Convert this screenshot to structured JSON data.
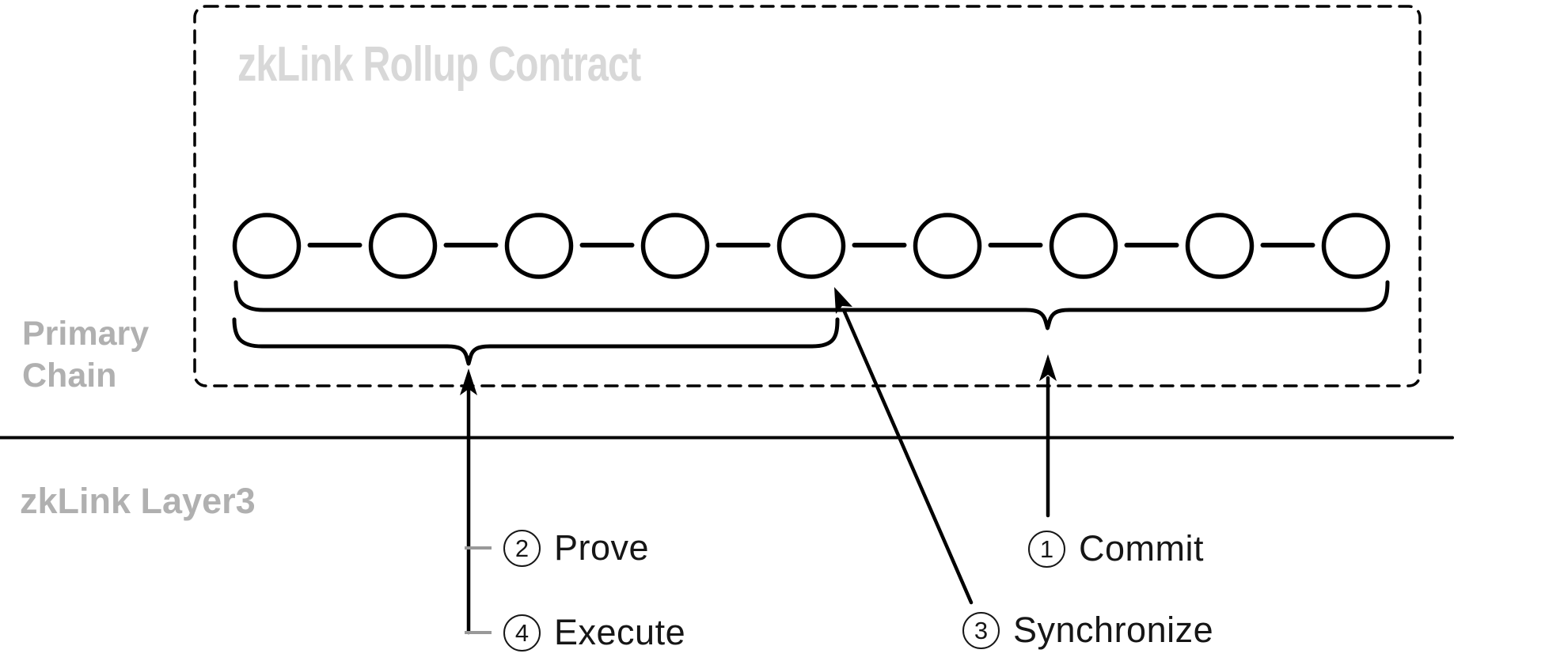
{
  "diagram": {
    "title": "zkLink Rollup Contract",
    "left_labels": {
      "primary_chain": "Primary\nChain",
      "layer3": "zkLink Layer3"
    },
    "chain": {
      "node_count": 9,
      "node_shape": "circle"
    },
    "steps": [
      {
        "number": "2",
        "label": "Prove"
      },
      {
        "number": "4",
        "label": "Execute"
      },
      {
        "number": "1",
        "label": "Commit"
      },
      {
        "number": "3",
        "label": "Synchronize"
      }
    ],
    "colors": {
      "line": "#000000",
      "muted_label": "#b0b0b0",
      "faded_title": "#d8d8d8",
      "step_text": "#161616",
      "tick": "#999999"
    }
  }
}
